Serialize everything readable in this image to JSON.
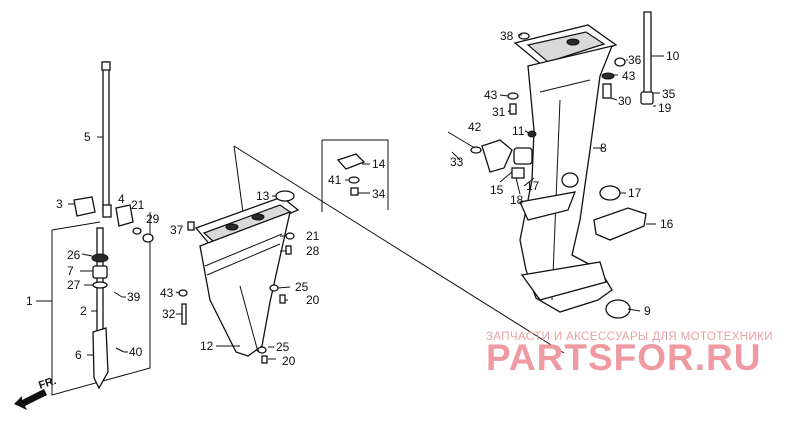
{
  "diagram": {
    "callouts": {
      "c1": "1",
      "c2": "2",
      "c3": "3",
      "c4": "4",
      "c5": "5",
      "c6": "6",
      "c7": "7",
      "c8": "8",
      "c9": "9",
      "c10": "10",
      "c11": "11",
      "c12": "12",
      "c13": "13",
      "c14": "14",
      "c15": "15",
      "c16": "16",
      "c17a": "17",
      "c17b": "17",
      "c18": "18",
      "c19": "19",
      "c20a": "20",
      "c20b": "20",
      "c21a": "21",
      "c21b": "21",
      "c25a": "25",
      "c25b": "25",
      "c26": "26",
      "c27": "27",
      "c28": "28",
      "c29": "29",
      "c30": "30",
      "c31": "31",
      "c32": "32",
      "c33": "33",
      "c34": "34",
      "c35": "35",
      "c36": "36",
      "c37": "37",
      "c38": "38",
      "c39": "39",
      "c40": "40",
      "c41": "41",
      "c42": "42",
      "c43a": "43",
      "c43b": "43",
      "c43c": "43"
    },
    "direction_label": "FR."
  },
  "watermark": {
    "subtitle": "ЗАПЧАСТИ И АКСЕССУАРЫ ДЛЯ МОТОТЕХНИКИ",
    "logo": "PARTSFOR.RU"
  },
  "colors": {
    "watermark": "#ef9aa2",
    "line": "#111111"
  }
}
